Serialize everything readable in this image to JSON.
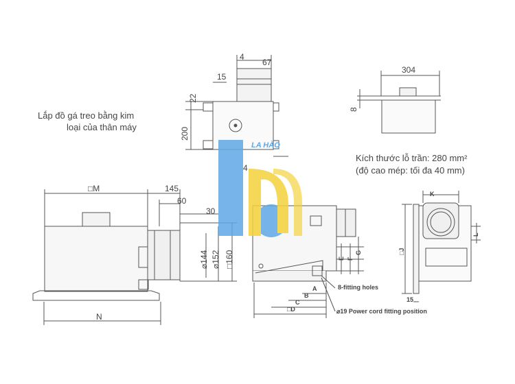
{
  "notes": {
    "bracket_line1": "Lắp đồ gá treo bằng kim",
    "bracket_line2": "loại của thân máy",
    "ceiling_line1": "Kích thước lỗ trần: 280 mm²",
    "ceiling_line2": "(độ cao mép: tối đa 40 mm)"
  },
  "bracket_view": {
    "d67": "67",
    "d15": "15",
    "d22": "22",
    "d200": "200",
    "d4a": "4",
    "d4b": "4"
  },
  "top_right_view": {
    "d304": "304",
    "d8": "8"
  },
  "front_view": {
    "dM": "□M",
    "d145": "145",
    "d60": "60",
    "d30": "30",
    "d144": "⌀144",
    "d152": "⌀152",
    "d160": "□160",
    "dN": "N"
  },
  "side_view": {
    "dA": "A",
    "dB": "B",
    "dC": "C",
    "dD": "□D",
    "dE": "E",
    "dF": "F",
    "dG": "G",
    "fitting": "8-fitting holes",
    "power": "⌀19 Power cord fitting position"
  },
  "end_view": {
    "dK": "K",
    "dL": "L",
    "dJ": "□J",
    "d15": "15"
  },
  "watermark": {
    "brand": "LA HÀO",
    "colors": {
      "blue": "#5fa8e6",
      "yellow": "#f4d23a"
    }
  }
}
